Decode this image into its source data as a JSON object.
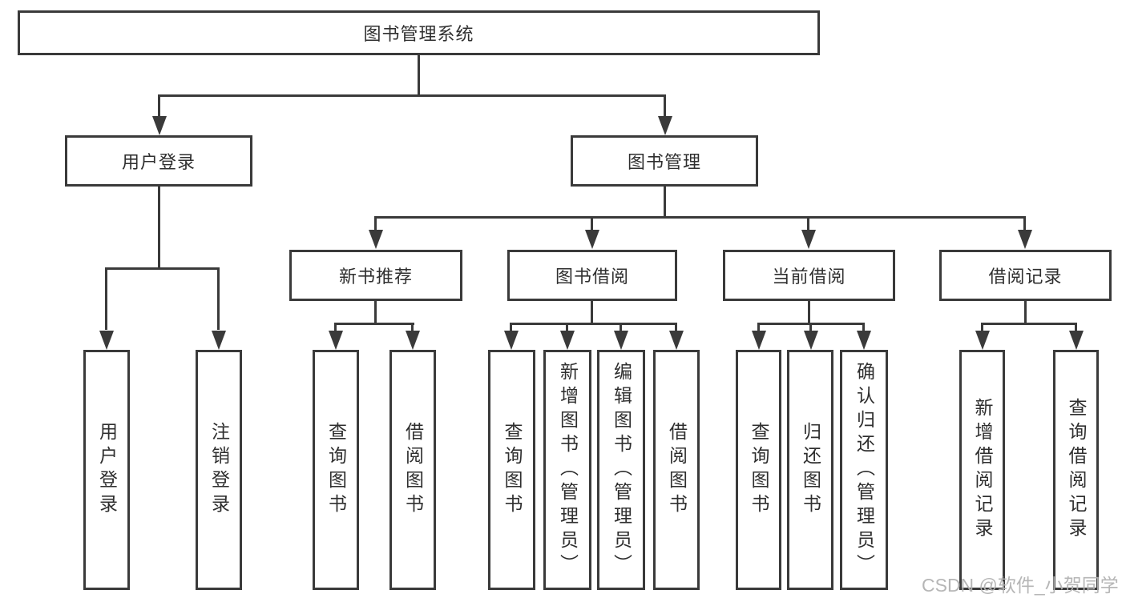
{
  "colors": {
    "line": "#3a3a3a",
    "text": "#2f2f2f",
    "watermark": "#b2b2b2",
    "background": "#ffffff"
  },
  "watermark": {
    "text": "CSDN @软件_小贺同学"
  },
  "tree": {
    "root": {
      "label": "图书管理系统",
      "children": [
        {
          "label": "用户登录",
          "children": [
            {
              "label": "用户登录"
            },
            {
              "label": "注销登录"
            }
          ]
        },
        {
          "label": "图书管理",
          "children": [
            {
              "label": "新书推荐",
              "children": [
                {
                  "label": "查询图书"
                },
                {
                  "label": "借阅图书"
                }
              ]
            },
            {
              "label": "图书借阅",
              "children": [
                {
                  "label": "查询图书"
                },
                {
                  "label": "新增图书（管理员）"
                },
                {
                  "label": "编辑图书（管理员）"
                },
                {
                  "label": "借阅图书"
                }
              ]
            },
            {
              "label": "当前借阅",
              "children": [
                {
                  "label": "查询图书"
                },
                {
                  "label": "归还图书"
                },
                {
                  "label": "确认归还（管理员）"
                }
              ]
            },
            {
              "label": "借阅记录",
              "children": [
                {
                  "label": "新增借阅记录"
                },
                {
                  "label": "查询借阅记录"
                }
              ]
            }
          ]
        }
      ]
    }
  }
}
